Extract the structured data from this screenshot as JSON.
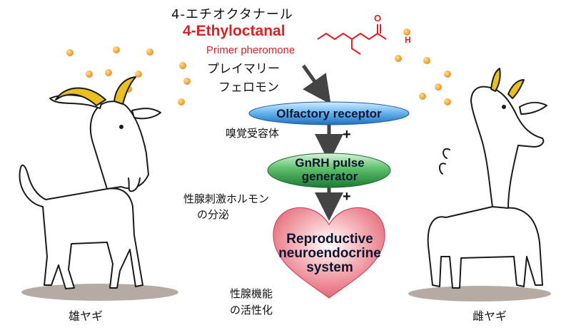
{
  "title": {
    "japanese": "4-エチオクタナール",
    "english": "4-Ethyloctanal"
  },
  "pheromone": {
    "english": "Primer pheromone",
    "japanese_line1": "プレイマリー",
    "japanese_line2": "フェロモン"
  },
  "molecule": {
    "aldehyde_o": "O",
    "aldehyde_h": "H"
  },
  "pathway": {
    "olfactory_receptor": {
      "label": "Olfactory receptor",
      "japanese": "嗅覚受容体",
      "color": "#3f9fe0"
    },
    "gnrh": {
      "label_line1": "GnRH pulse",
      "label_line2": "generator",
      "japanese_line1": "性腺刺激ホルモン",
      "japanese_line2": "の分泌",
      "color": "#2e9a48"
    },
    "reproductive": {
      "label_line1": "Reproductive",
      "label_line2": "neuroendocrine",
      "label_line3": "system",
      "japanese_line1": "性腺機能",
      "japanese_line2": "の活性化",
      "color": "#e56a78"
    },
    "plus_sign": "+"
  },
  "animals": {
    "male_label": "雄ヤギ",
    "female_label": "雌ヤギ"
  },
  "colors": {
    "pheromone_red": "#e02020",
    "dot_orange": "#f29c30",
    "arrow": "#444444",
    "horn": "#e8c020"
  }
}
